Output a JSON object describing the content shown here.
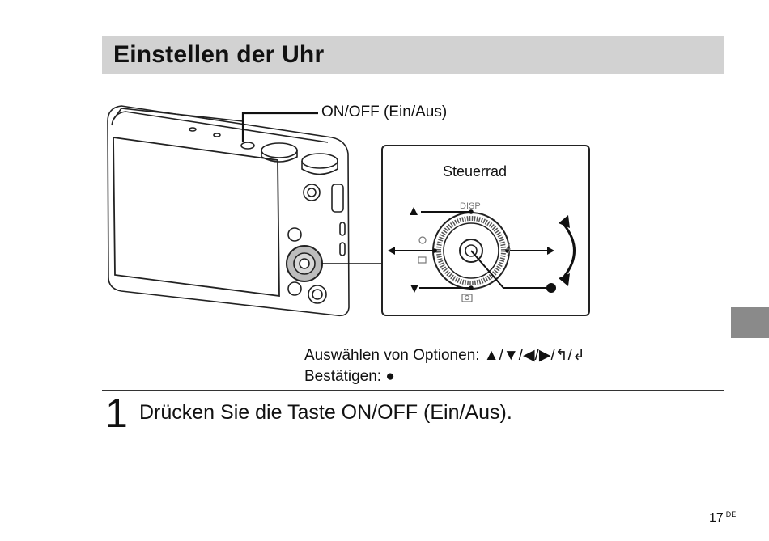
{
  "header": {
    "title": "Einstellen der Uhr"
  },
  "illustration": {
    "power_label": "ON/OFF (Ein/Aus)",
    "wheel_title": "Steuerrad",
    "disp_label": "DISP"
  },
  "captions": {
    "select": "Auswählen von Optionen: ▲/▼/◀/▶/↰/↲",
    "confirm": "Bestätigen: ●"
  },
  "step": {
    "number": "1",
    "text": "Drücken Sie die Taste ON/OFF (Ein/Aus)."
  },
  "page": {
    "number": "17",
    "lang": "DE"
  },
  "colors": {
    "header_bg": "#d2d2d2",
    "side_tab": "#8a8a8a"
  }
}
